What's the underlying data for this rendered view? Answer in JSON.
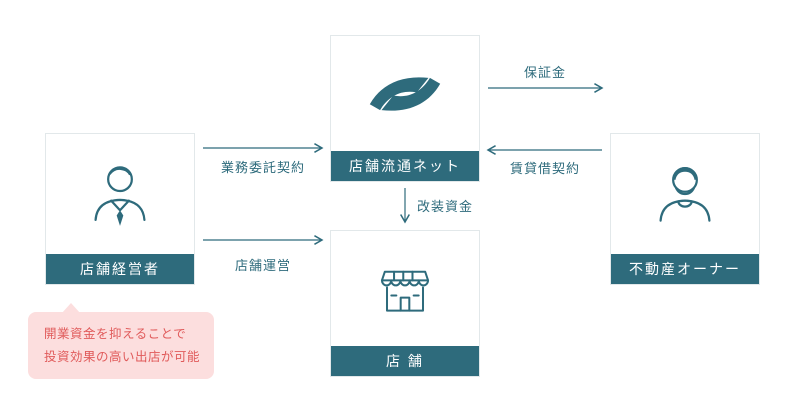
{
  "nodes": {
    "manager": {
      "label": "店舗経営者"
    },
    "network": {
      "label": "店舗流通ネット"
    },
    "owner": {
      "label": "不動産オーナー"
    },
    "store": {
      "label": "店 舗"
    }
  },
  "edges": {
    "outsourcing": {
      "label": "業務委託契約",
      "from": "manager",
      "to": "network",
      "direction": "right"
    },
    "operation": {
      "label": "店舗運営",
      "from": "manager",
      "to": "store",
      "direction": "right"
    },
    "deposit": {
      "label": "保証金",
      "from": "network",
      "to": "owner",
      "direction": "right"
    },
    "lease": {
      "label": "賃貸借契約",
      "from": "owner",
      "to": "network",
      "direction": "left"
    },
    "renovation": {
      "label": "改装資金",
      "from": "network",
      "to": "store",
      "direction": "down"
    }
  },
  "callout": {
    "line1": "開業資金を抑えることで",
    "line2": "投資効果の高い出店が可能"
  },
  "colors": {
    "teal": "#2e6b7c",
    "box_border": "#e2e8ea",
    "callout_bg": "#fcdede",
    "callout_text": "#e05a5a"
  }
}
